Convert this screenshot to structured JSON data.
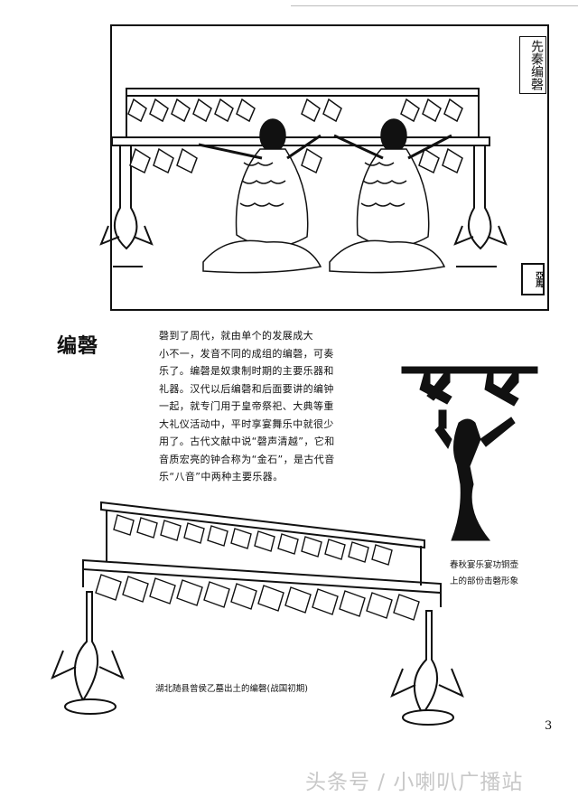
{
  "top_illustration": {
    "vertical_title": "先秦编磬",
    "artist_seal": "亞馬"
  },
  "article": {
    "heading": "编磬",
    "paragraph_lines": [
      "磬到了周代，就由单个的发展成大",
      "小不一，发音不同的成组的编磬，可奏",
      "乐了。编磬是奴隶制时期的主要乐器和",
      "礼器。汉代以后编磬和后面要讲的编钟",
      "一起，就专门用于皇帝祭祀、大典等重",
      "大礼仪活动中，平时享宴舞乐中就很少",
      "用了。古代文献中说“磬声清越”，它和",
      "音质宏亮的钟合称为“金石”，是古代音",
      "乐“八音”中两种主要乐器。"
    ]
  },
  "captions": {
    "bronze_figure": [
      "春秋宴乐宴功铜壶",
      "上的部份击磬形象"
    ],
    "rack": "湖北随县曾侯乙墓出土的编磬(战国初期)"
  },
  "page_number": "3",
  "watermark": "头条号 / 小喇叭广播站"
}
